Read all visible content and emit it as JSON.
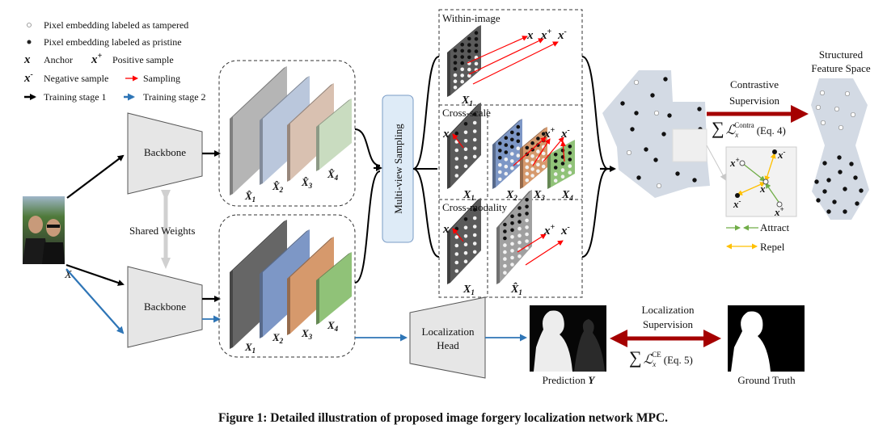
{
  "legend": {
    "tampered": "Pixel embedding labeled as tampered",
    "pristine": "Pixel embedding labeled as pristine",
    "anchor_sym": "x",
    "anchor": "Anchor",
    "positive_sym": "x",
    "positive_sup": "+",
    "positive": "Positive sample",
    "negative_sym": "x",
    "negative_sup": "-",
    "negative": "Negative sample",
    "sampling": "Sampling",
    "stage1": "Training stage 1",
    "stage2": "Training stage 2"
  },
  "input": {
    "label": "X"
  },
  "backbone_top": "Backbone",
  "backbone_bottom": "Backbone",
  "shared_weights": "Shared Weights",
  "features_top": [
    {
      "base": "X̂",
      "sub": "1"
    },
    {
      "base": "X̂",
      "sub": "2"
    },
    {
      "base": "X̂",
      "sub": "3"
    },
    {
      "base": "X̂",
      "sub": "4"
    }
  ],
  "features_bottom": [
    {
      "base": "X",
      "sub": "1"
    },
    {
      "base": "X",
      "sub": "2"
    },
    {
      "base": "X",
      "sub": "3"
    },
    {
      "base": "X",
      "sub": "4"
    }
  ],
  "multiview": "Multi-view Sampling",
  "sampling": {
    "within": {
      "title": "Within-image",
      "map": {
        "base": "X",
        "sub": "1"
      }
    },
    "cross_scale": {
      "title": "Cross-scale",
      "maps": [
        {
          "base": "X",
          "sub": "1"
        },
        {
          "base": "X",
          "sub": "2"
        },
        {
          "base": "X",
          "sub": "3"
        },
        {
          "base": "X",
          "sub": "4"
        }
      ]
    },
    "cross_modality": {
      "title": "Cross-modality",
      "maps": [
        {
          "base": "X",
          "sub": "1"
        },
        {
          "base": "X̂",
          "sub": "1"
        }
      ]
    },
    "anchor": "x",
    "pos_sup": "+",
    "neg_sup": "-"
  },
  "contrastive": {
    "label_line1": "Contrastive",
    "label_line2": "Supervision",
    "sum": "∑",
    "loss": "ℒ",
    "loss_sub": "x",
    "loss_sup": "Contra",
    "eq": "(Eq. 4)"
  },
  "structured": {
    "line1": "Structured",
    "line2": "Feature Space"
  },
  "zoom_legend": {
    "attract": "Attract",
    "repel": "Repel"
  },
  "localization_head": {
    "line1": "Localization",
    "line2": "Head"
  },
  "prediction": {
    "label": "Prediction",
    "sym": "Y"
  },
  "localization_sup": {
    "line1": "Localization",
    "line2": "Supervision",
    "sum": "∑",
    "loss": "ℒ",
    "loss_sub": "x",
    "loss_sup": "CE",
    "eq": "(Eq. 5)"
  },
  "ground_truth": "Ground Truth",
  "caption": "Figure 1: Detailed illustration of proposed image forgery localization network MPC.",
  "colors": {
    "stage1": "#000000",
    "stage2": "#2e75b6",
    "sampling": "#ff0000",
    "contrastive_arrow": "#a50000",
    "attract": "#70ad47",
    "repel": "#ffc000",
    "feature_space": "#d3dae4"
  }
}
